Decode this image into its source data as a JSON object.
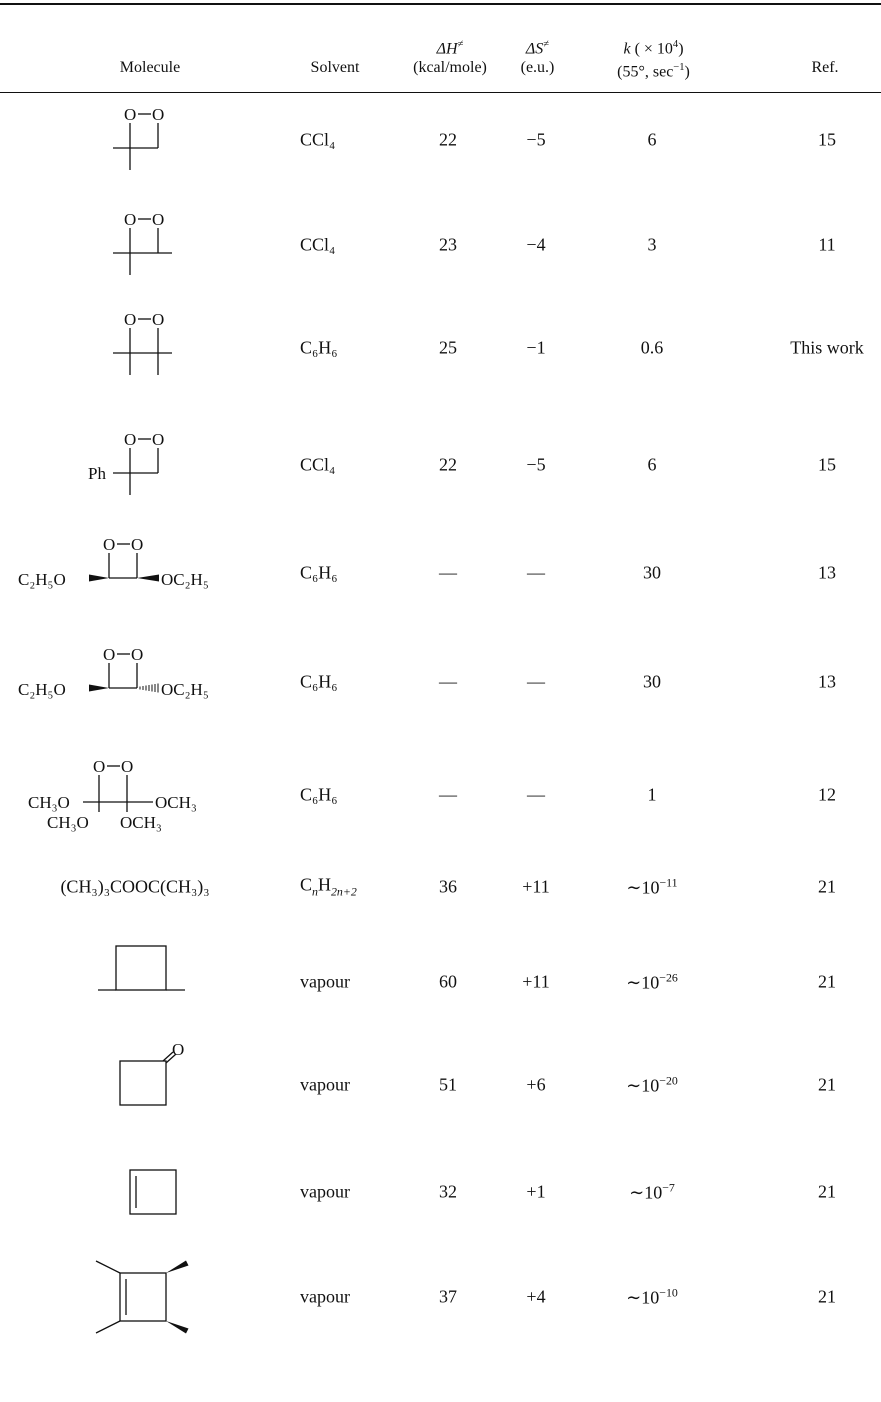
{
  "table": {
    "headers": {
      "molecule": "Molecule",
      "solvent": "Solvent",
      "dh_sym": "ΔH",
      "dh_mark": "≠",
      "dh_unit": "(kcal/mole)",
      "ds_sym": "ΔS",
      "ds_mark": "≠",
      "ds_unit": "(e.u.)",
      "k_sym": "k",
      "k_factor_pre": "( × 10",
      "k_factor_exp": "4",
      "k_factor_post": ")",
      "k_cond_pre": "(55°, sec",
      "k_cond_exp": "−1",
      "k_cond_post": ")",
      "ref": "Ref."
    },
    "structure_labels": {
      "oxygen": "O",
      "phenyl": "Ph",
      "ethoxy_left": "C₂H₅O",
      "ethoxy_right": "OC₂H₅",
      "methoxy_left": "CH₃O",
      "methoxy_right": "OCH₃",
      "tbu_peroxide": "(CH₃)₃COOC(CH₃)₃"
    },
    "rows": [
      {
        "solvent": "CCl₄",
        "dh": "22",
        "ds": "−5",
        "k": "6",
        "ref": "15"
      },
      {
        "solvent": "CCl₄",
        "dh": "23",
        "ds": "−4",
        "k": "3",
        "ref": "11"
      },
      {
        "solvent": "C₆H₆",
        "dh": "25",
        "ds": "−1",
        "k": "0.6",
        "ref": "This work"
      },
      {
        "solvent": "CCl₄",
        "dh": "22",
        "ds": "−5",
        "k": "6",
        "ref": "15"
      },
      {
        "solvent": "C₆H₆",
        "dh": "—",
        "ds": "—",
        "k": "30",
        "ref": "13"
      },
      {
        "solvent": "C₆H₆",
        "dh": "—",
        "ds": "—",
        "k": "30",
        "ref": "13"
      },
      {
        "solvent": "C₆H₆",
        "dh": "—",
        "ds": "—",
        "k": "1",
        "ref": "12"
      },
      {
        "solvent_base": "C",
        "solvent_n": "n",
        "solvent_h": "H",
        "solvent_sub": "2n+2",
        "dh": "36",
        "ds": "+11",
        "k_base": "∼10",
        "k_exp": "−11",
        "ref": "21"
      },
      {
        "solvent": "vapour",
        "dh": "60",
        "ds": "+11",
        "k_base": "∼10",
        "k_exp": "−26",
        "ref": "21"
      },
      {
        "solvent": "vapour",
        "dh": "51",
        "ds": "+6",
        "k_base": "∼10",
        "k_exp": "−20",
        "ref": "21"
      },
      {
        "solvent": "vapour",
        "dh": "32",
        "ds": "+1",
        "k_base": "∼10",
        "k_exp": "−7",
        "ref": "21"
      },
      {
        "solvent": "vapour",
        "dh": "37",
        "ds": "+4",
        "k_base": "∼10",
        "k_exp": "−10",
        "ref": "21"
      }
    ]
  }
}
